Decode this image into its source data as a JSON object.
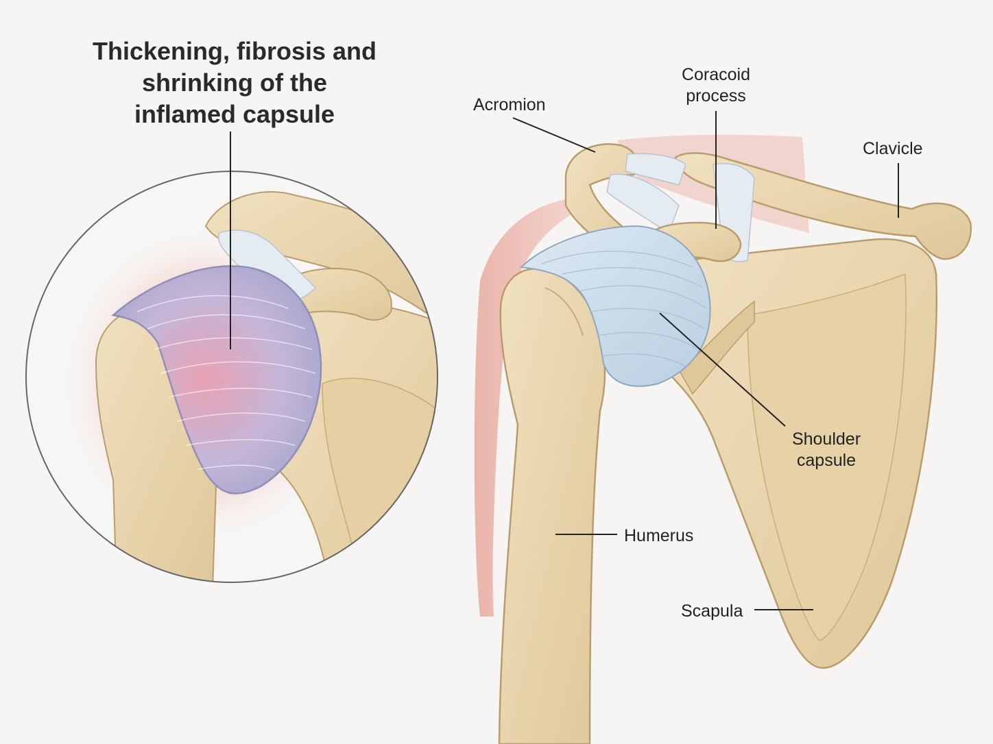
{
  "detail_view": {
    "title_lines": [
      "Thickening, fibrosis and",
      "shrinking of the",
      "inflamed capsule"
    ]
  },
  "main_view": {
    "labels": {
      "acromion": "Acromion",
      "coracoid_line1": "Coracoid",
      "coracoid_line2": "process",
      "clavicle": "Clavicle",
      "capsule_line1": "Shoulder",
      "capsule_line2": "capsule",
      "humerus": "Humerus",
      "scapula": "Scapula"
    }
  },
  "colors": {
    "bone": "#ead7b2",
    "bone_outline": "#b99c6c",
    "capsule": "#cfe0ee",
    "inflamed_capsule": "#b9b3d6",
    "inflammation": "#ef3b2c",
    "muscle": "#e9b0a6",
    "ligament": "#e4ebf1",
    "leader_line": "#222222",
    "circle_border": "#666666"
  }
}
